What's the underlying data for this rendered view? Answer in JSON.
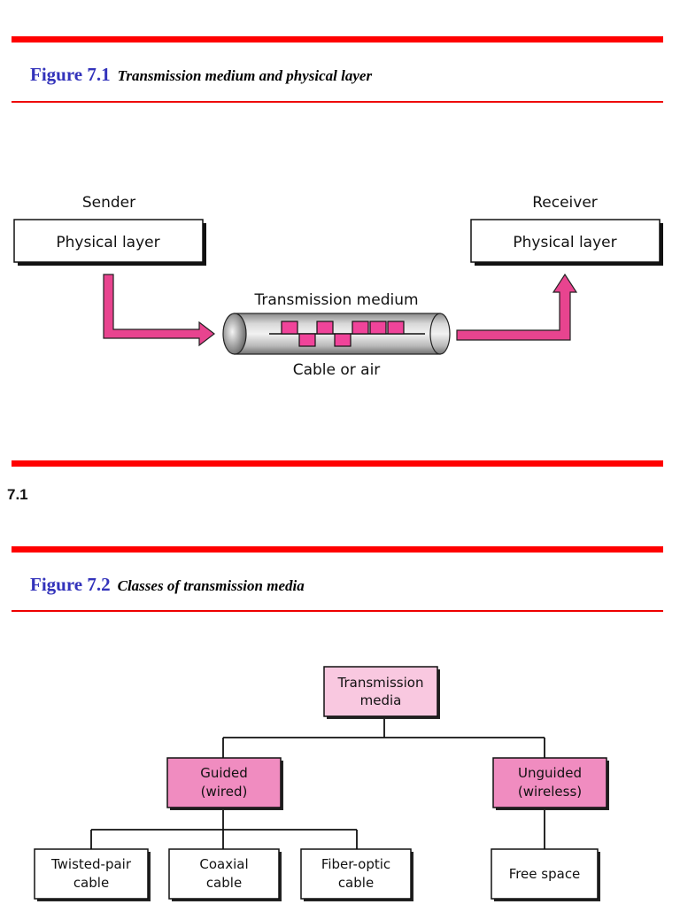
{
  "figure1": {
    "number": "Figure 7.1",
    "title": "Transmission medium and physical layer",
    "sender_label": "Sender",
    "sender_box": "Physical layer",
    "receiver_label": "Receiver",
    "receiver_box": "Physical layer",
    "medium_label": "Transmission medium",
    "medium_sublabel": "Cable or air",
    "signal_bits": [
      1,
      0,
      1,
      0,
      1,
      1,
      1
    ]
  },
  "section": {
    "number": "7.1"
  },
  "figure2": {
    "number": "Figure 7.2",
    "title": "Classes of transmission media",
    "root": {
      "line1": "Transmission",
      "line2": "media"
    },
    "guided": {
      "line1": "Guided",
      "line2": "(wired)"
    },
    "unguided": {
      "line1": "Unguided",
      "line2": "(wireless)"
    },
    "leaves": [
      {
        "line1": "Twisted-pair",
        "line2": "cable"
      },
      {
        "line1": "Coaxial",
        "line2": "cable"
      },
      {
        "line1": "Fiber-optic",
        "line2": "cable"
      }
    ],
    "free_space": "Free space"
  },
  "colors": {
    "rule": "#ff0000",
    "figure_number": "#3333bb",
    "arrow_pink": "#e8448f",
    "signal_pink": "#f0449a",
    "root_fill": "#f9c8e0",
    "category_fill": "#f08cc0"
  }
}
